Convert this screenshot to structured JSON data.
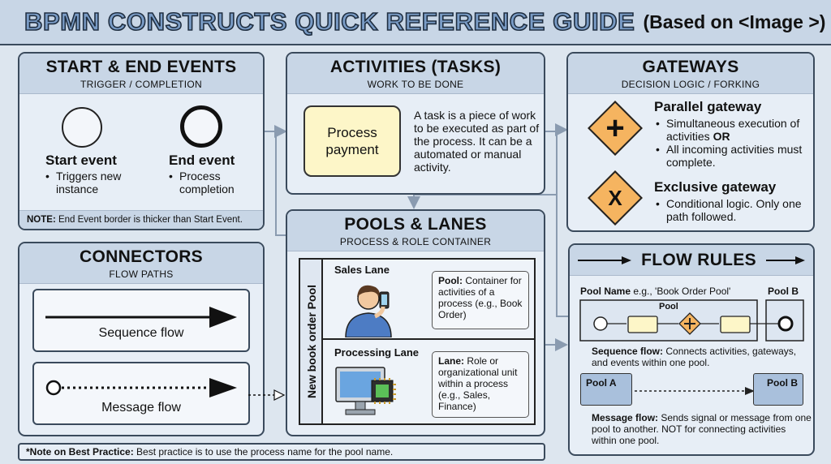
{
  "header": {
    "title": "BPMN CONSTRUCTS QUICK REFERENCE GUIDE",
    "subtitle": "(Based on <Image >)"
  },
  "events": {
    "title": "START & END EVENTS",
    "subtitle": "TRIGGER / COMPLETION",
    "start_label": "Start event",
    "start_bullets": [
      "Triggers new instance"
    ],
    "end_label": "End event",
    "end_bullets": [
      "Process completion"
    ],
    "note_bold": "NOTE:",
    "note_text": " End Event border is thicker than Start Event."
  },
  "activities": {
    "title": "ACTIVITIES (TASKS)",
    "subtitle": "WORK TO BE DONE",
    "task_label": "Process payment",
    "description": "A task is a piece of work to be executed as part of the process. It can be a automated or manual activity."
  },
  "gateways": {
    "title": "GATEWAYS",
    "subtitle": "DECISION LOGIC / FORKING",
    "parallel_label": "Parallel gateway",
    "parallel_bullet1": "Simultaneous execution of activities",
    "parallel_bullet1_bold": " OR",
    "parallel_bullet2": "All incoming activities must complete.",
    "parallel_symbol": "+",
    "exclusive_label": "Exclusive gateway",
    "exclusive_bullet": "Conditional logic. Only one path followed.",
    "exclusive_symbol": "X"
  },
  "connectors": {
    "title": "CONNECTORS",
    "subtitle": "FLOW PATHS",
    "sequence_label": "Sequence flow",
    "message_label": "Message flow"
  },
  "pools": {
    "title": "POOLS & LANES",
    "subtitle": "PROCESS & ROLE CONTAINER",
    "pool_name": "New book order Pool",
    "lane1_name": "Sales Lane",
    "lane1_desc_bold": "Pool:",
    "lane1_desc": " Container for activities of a process (e.g., Book Order)",
    "lane2_name": "Processing Lane",
    "lane2_desc_bold": "Lane:",
    "lane2_desc": " Role or organizational unit within a process (e.g., Sales, Finance)"
  },
  "flow_rules": {
    "title": "FLOW RULES",
    "pool_name_bold": "Pool Name",
    "pool_name_text": " e.g., 'Book Order Pool'",
    "pool_b_label": "Pool B",
    "pool_label": "Pool",
    "sequence_bold": "Sequence flow:",
    "sequence_text": " Connects activities, gateways, and events within one pool.",
    "pool_a": "Pool A",
    "pool_b": "Pool B",
    "message_bold": "Message flow:",
    "message_text": " Sends signal or message from one pool to another. NOT for connecting activities within one pool."
  },
  "footer": {
    "note_bold": "*Note on Best Practice:",
    "note_text": " Best practice is to use the process name for the pool name."
  },
  "colors": {
    "panel_bg": "#e7eef6",
    "header_bg": "#c8d6e6",
    "border": "#3a4a5c",
    "gateway_fill": "#f5b460",
    "task_fill": "#fdf6c8",
    "connector_gray": "#8a9bb0"
  }
}
